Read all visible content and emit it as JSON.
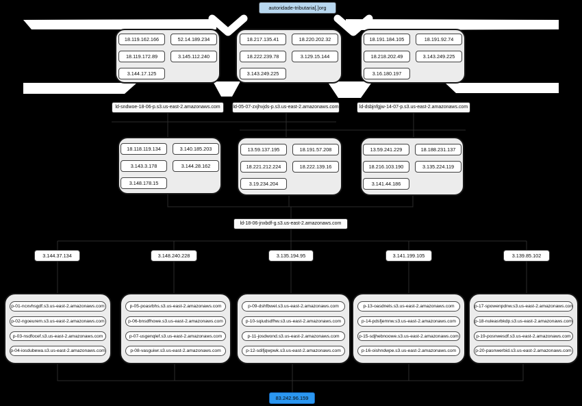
{
  "colors": {
    "background": "#000000",
    "root_node_fill": "#b7d7ef",
    "sink_node_fill": "#2b97f1",
    "cluster_fill": "#ececec",
    "node_fill": "#ffffff",
    "edge_color": "#ffffff"
  },
  "root": {
    "label": "autoridade-tributaria[.]org"
  },
  "tier1_clusters": [
    [
      "18.119.162.166",
      "52.14.189.234",
      "18.119.172.89",
      "3.145.112.240",
      "3.144.17.125"
    ],
    [
      "18.217.135.41",
      "18.220.202.32",
      "18.222.239.78",
      "3.129.15.144",
      "3.143.249.225"
    ],
    [
      "18.191.184.105",
      "18.191.92.74",
      "18.218.202.49",
      "3.143.249.225",
      "3.16.180.197"
    ]
  ],
  "tier1_domains": [
    "ld-sndwoe-18-06-p.s3.us-east-2.amazonaws.com",
    "ld-05-07-zxjhvjds-p.s3.us-east-2.amazonaws.com",
    "ld-dsbjnfgjw-14-07-p.s3.us-east-2.amazonaws.com"
  ],
  "tier2_clusters": [
    [
      "18.118.119.134",
      "3.140.185.203",
      "3.143.3.178",
      "3.144.28.162",
      "3.148.178.15"
    ],
    [
      "13.59.137.195",
      "18.191.57.208",
      "18.221.212.224",
      "18.222.139.16",
      "3.19.234.204"
    ],
    [
      "13.59.241.229",
      "18.188.231.137",
      "18.216.103.190",
      "3.135.224.119",
      "3.141.44.186"
    ]
  ],
  "mid_domain": {
    "label": "ld-18-06-jnxbdf-g.s3.us-east-2.amazonaws.com"
  },
  "tier3_ips": [
    "3.144.37.134",
    "3.148.240.228",
    "3.135.194.95",
    "3.141.199.105",
    "3.139.85.102"
  ],
  "bucket_groups": [
    [
      "p-01-ncxvhsgdf.s3.us-east-2.amazonaws.com",
      "p-02-ngoeurem.s3.us-east-2.amazonaws.com",
      "p-03-nsdfocef.s3.us-east-2.amazonaws.com",
      "p-04-iosdubewa.s3.us-east-2.amazonaws.com"
    ],
    [
      "p-05-poasrbhs.s3.us-east-2.amazonaws.com",
      "p-06-bnsdfhowe.s3.us-east-2.amazonaws.com",
      "p-07-usgenqlef.s3.us-east-2.amazonaws.com",
      "p-08-vasguiwr.s3.us-east-2.amazonaws.com"
    ],
    [
      "p-09-dshfbwel.s3.us-east-2.amazonaws.com",
      "p-10-sqiudsdfhw.s3.us-east-2.amazonaws.com",
      "p-11-josdwond.s3.us-east-2.amazonaws.com",
      "p-12-sdifjqwpwk.s3.us-east-2.amazonaws.com"
    ],
    [
      "p-13-oasdnels.s3.us-east-2.amazonaws.com",
      "p-14-pdsfjemnw.s3.us-east-2.amazonaws.com",
      "p-15-sdjhebnoowe.s3.us-east-2.amazonaws.com",
      "p-16-oishndwpe.s3.us-east-2.amazonaws.com"
    ],
    [
      "p-17-spowenpdnw.s3.us-east-2.amazonaws.com",
      "p-18-nuleasrbkdp.s3.us-east-2.amazonaws.com",
      "p-19-posnwesdf.s3.us-east-2.amazonaws.com",
      "p-20-pasnwerbid.s3.us-east-2.amazonaws.com"
    ]
  ],
  "sink": {
    "label": "83.242.96.159"
  }
}
